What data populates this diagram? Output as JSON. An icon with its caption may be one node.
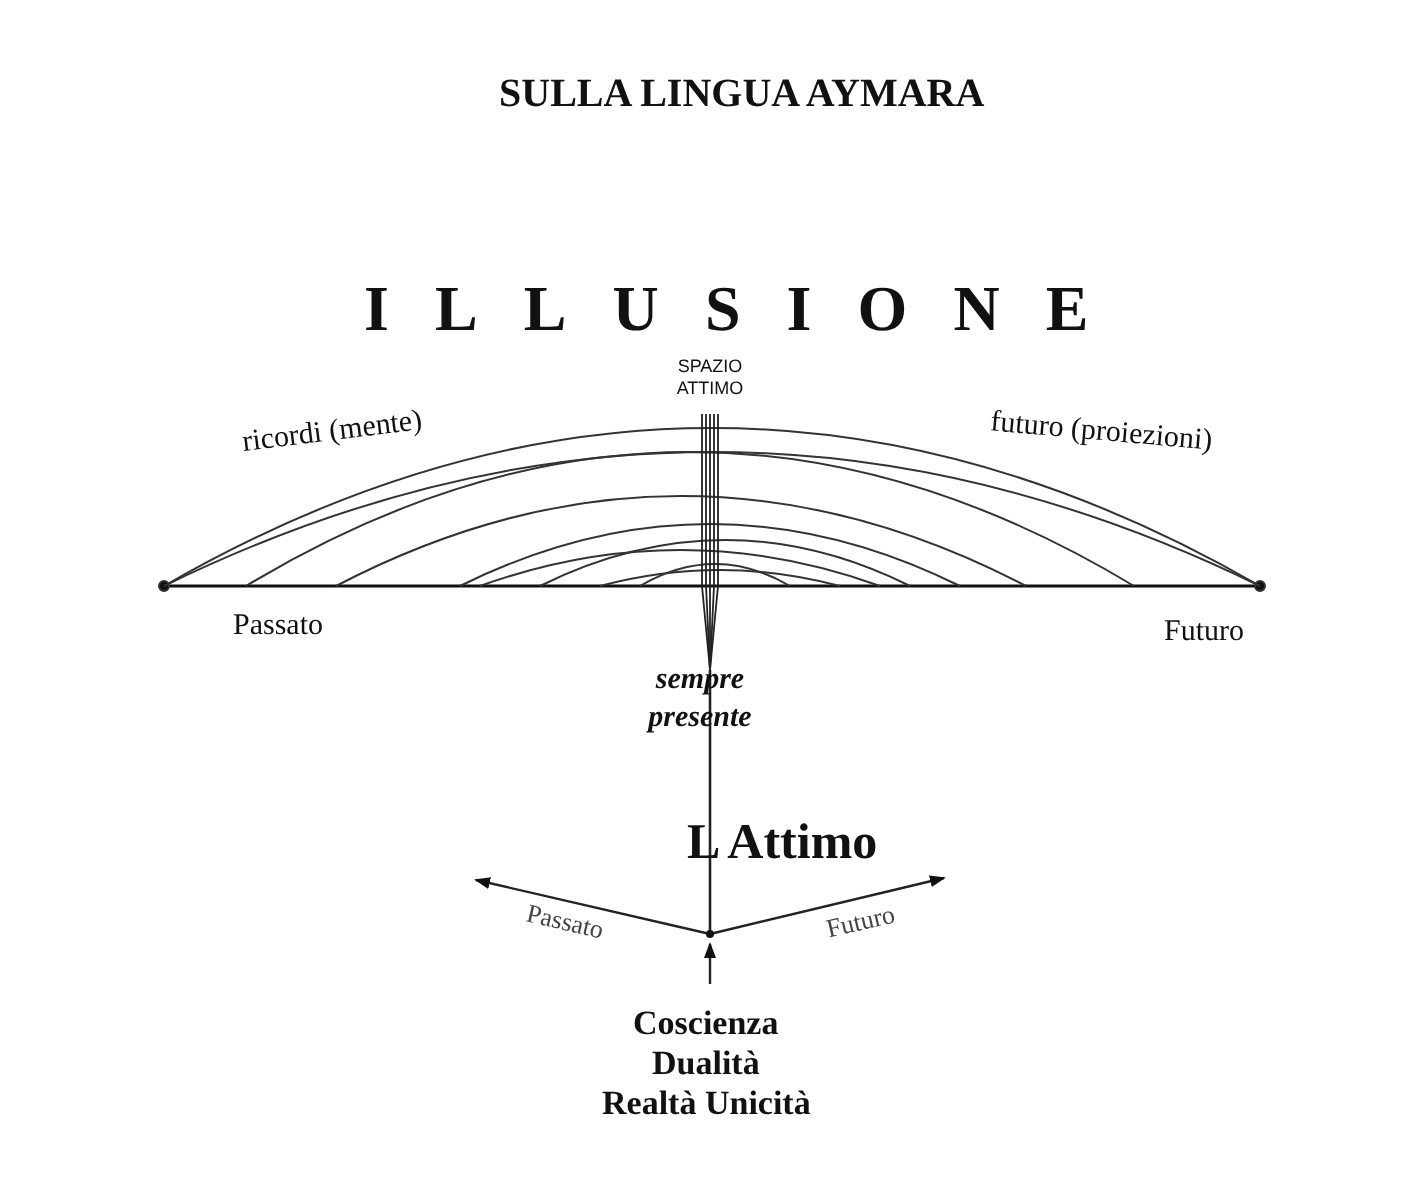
{
  "diagram": {
    "title": "SULLA LINGUA AYMARA",
    "labels": [
      "ILLUSIONE",
      "SPAZIO ATTIMO",
      "ricordi (mente)",
      "futuro (proiezioni)",
      "Passato",
      "Futuro",
      "sempre presente",
      "L Attimo",
      "Passato",
      "Futuro",
      "Coscienza",
      "Dualità",
      "Realtà Unicità"
    ]
  }
}
